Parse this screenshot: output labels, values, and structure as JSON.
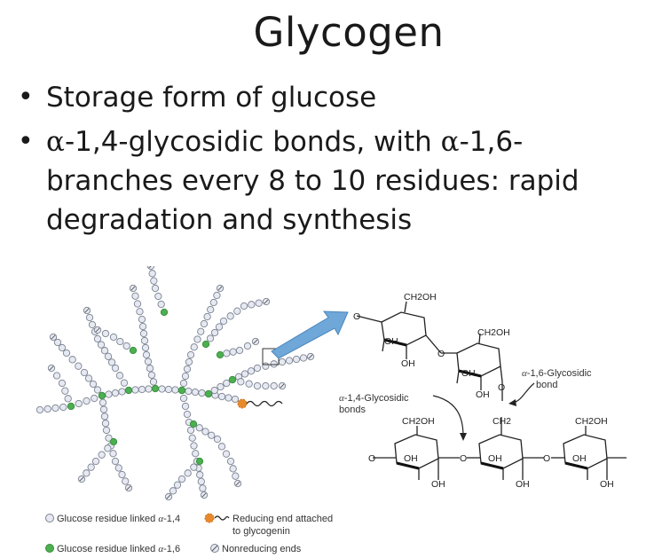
{
  "slide": {
    "title": "Glycogen",
    "bullets": [
      {
        "text": "Storage form of glucose"
      },
      {
        "alpha": "α",
        "text": "-1,4-glycosidic bonds, with ",
        "alpha2": "α",
        "text2": "-1,6-",
        "line2": "branches every 8 to 10 residues: rapid",
        "line3": "degradation and synthesis"
      }
    ]
  },
  "legend": {
    "item1_text": "Glucose residue linked ",
    "item1_alpha": "α",
    "item1_suffix": "-1,4",
    "item2_text": "Glucose residue linked ",
    "item2_alpha": "α",
    "item2_suffix": "-1,6",
    "item3_line1": "Reducing end attached",
    "item3_line2": "to glycogenin",
    "item4_text": "Nonreducing ends"
  },
  "chem": {
    "label_16_alpha": "α",
    "label_16_text": "-1,6-Glycosidic",
    "label_16_line2": "bond",
    "label_14_alpha": "α",
    "label_14_text": "-1,4-Glycosidic",
    "label_14_line2": "bonds",
    "ch2oh": "CH2OH",
    "ch2": "CH2",
    "oh": "OH",
    "o": "O"
  },
  "colors": {
    "residue_fill": "#e6e9f2",
    "residue_stroke": "#7a8290",
    "branch_fill": "#4caf50",
    "reducing_end": "#e8892a",
    "arrow_fill": "#6fa7d8"
  }
}
